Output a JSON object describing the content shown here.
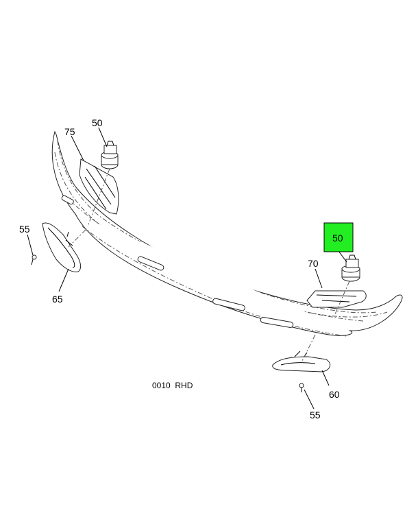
{
  "callouts": {
    "c75": "75",
    "c50_left": "50",
    "c55_left": "55",
    "c65": "65",
    "c50_right": "50",
    "c70": "70",
    "c60": "60",
    "c55_right": "55"
  },
  "caption": "0010  RHD",
  "colors": {
    "highlight": "#22ee22",
    "line": "#000000"
  }
}
